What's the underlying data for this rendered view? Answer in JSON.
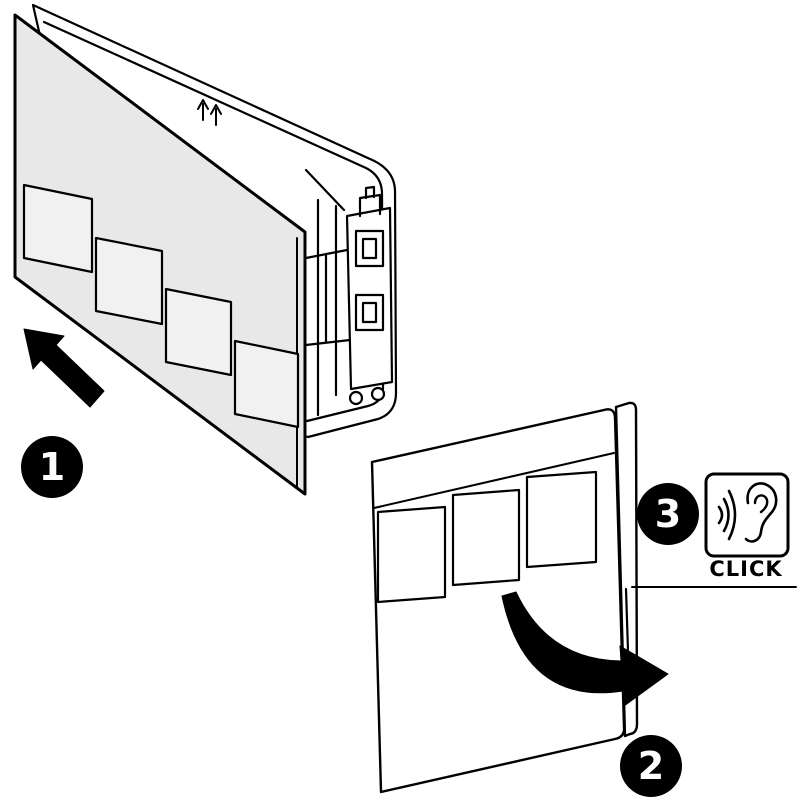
{
  "steps": [
    {
      "number": "1"
    },
    {
      "number": "2"
    },
    {
      "number": "3"
    }
  ],
  "labels": {
    "click": "CLICK"
  },
  "icons": {
    "step1": "arrow-up-left-icon",
    "step2": "curved-rotate-arrow-icon",
    "step3": [
      "sound-waves-icon",
      "ear-icon"
    ]
  },
  "colors": {
    "background": "#ffffff",
    "outline": "#000000",
    "plate_fill": "#e8e8e8",
    "button_fill": "#f1f1f1",
    "badge_fill": "#000000",
    "badge_text": "#ffffff"
  }
}
